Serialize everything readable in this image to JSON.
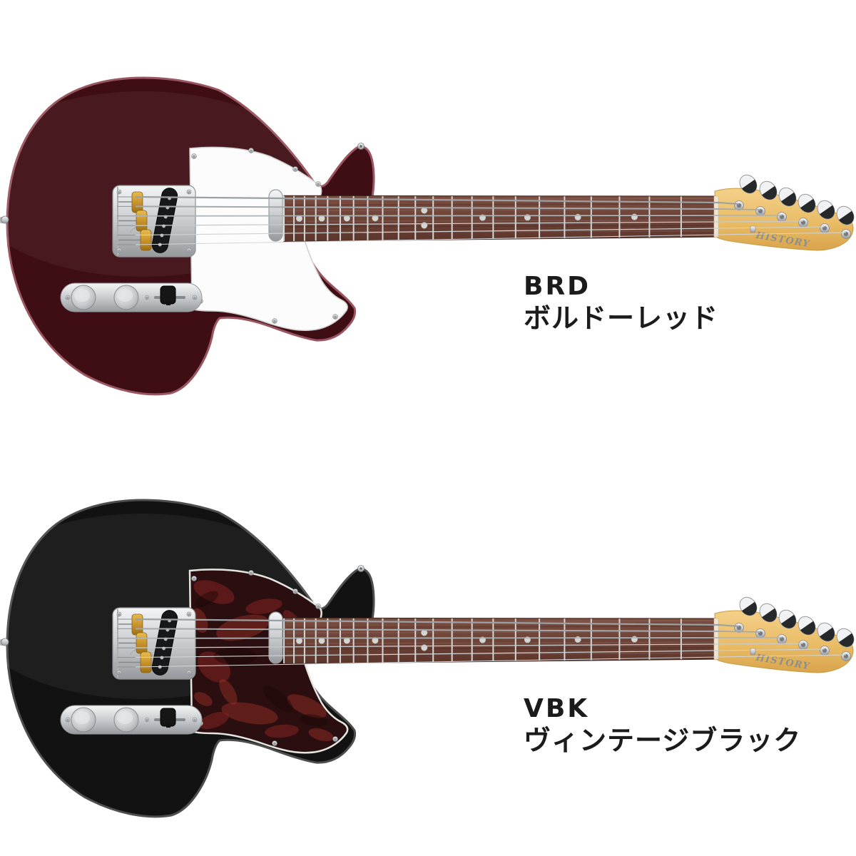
{
  "page": {
    "background": "#ffffff"
  },
  "brand": {
    "headstock_logo": "HISTORY"
  },
  "products": [
    {
      "code": "BRD",
      "name": "ボルドーレッド",
      "swatch": {
        "body": "#3F0E14",
        "body_edge": "#9A5660",
        "pickguard": "#FCFCFC",
        "pickguard_stroke": "#CFCFCF",
        "pickguard_stroke_width": 1.5,
        "marble_opacity": 0
      }
    },
    {
      "code": "VBK",
      "name": "ヴィンテージブラック",
      "swatch": {
        "body": "#121212",
        "body_edge": "#4E4E4E",
        "pickguard": "#2B0F10",
        "pickguard_stroke": "#E6E6E0",
        "pickguard_stroke_width": 2.5,
        "marble_opacity": 1
      }
    }
  ],
  "shared_colors": {
    "tortoise_marble_a": "#7E2220",
    "tortoise_marble_b": "#A63528",
    "tortoise_marble_dark": "#1A0606",
    "maple_neck": "#EFC573",
    "rosewood_fretboard": "#6E4337",
    "chrome_hardware": "#D9DCDE",
    "brass_saddles": "#D9A833",
    "label_text": "#1B1B1B"
  }
}
